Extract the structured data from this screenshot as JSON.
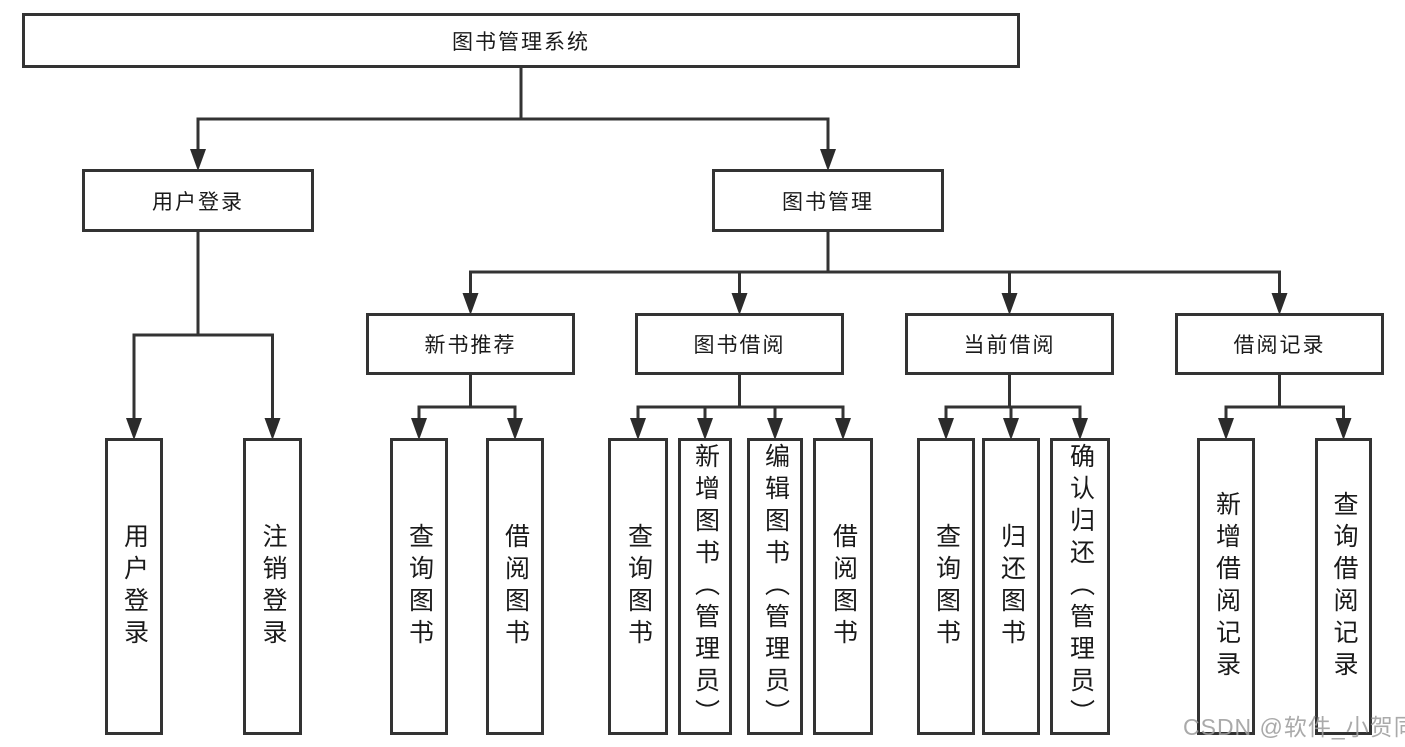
{
  "diagram": {
    "title": "图书管理系统",
    "nodes": [
      {
        "id": "root",
        "label": "图书管理系统",
        "parent": null
      },
      {
        "id": "user-login",
        "label": "用户登录",
        "parent": "root"
      },
      {
        "id": "book-mgmt",
        "label": "图书管理",
        "parent": "root"
      },
      {
        "id": "login",
        "label": "用户登录",
        "parent": "user-login"
      },
      {
        "id": "logout",
        "label": "注销登录",
        "parent": "user-login"
      },
      {
        "id": "new-book-rec",
        "label": "新书推荐",
        "parent": "book-mgmt"
      },
      {
        "id": "book-borrow",
        "label": "图书借阅",
        "parent": "book-mgmt"
      },
      {
        "id": "current-borrow",
        "label": "当前借阅",
        "parent": "book-mgmt"
      },
      {
        "id": "borrow-records",
        "label": "借阅记录",
        "parent": "book-mgmt"
      },
      {
        "id": "rec-query-book",
        "label": "查询图书",
        "parent": "new-book-rec"
      },
      {
        "id": "rec-borrow-book",
        "label": "借阅图书",
        "parent": "new-book-rec"
      },
      {
        "id": "bb-query-book",
        "label": "查询图书",
        "parent": "book-borrow"
      },
      {
        "id": "bb-add-book",
        "label": "新增图书（管理员）",
        "parent": "book-borrow"
      },
      {
        "id": "bb-edit-book",
        "label": "编辑图书（管理员）",
        "parent": "book-borrow"
      },
      {
        "id": "bb-borrow-book",
        "label": "借阅图书",
        "parent": "book-borrow"
      },
      {
        "id": "cb-query-book",
        "label": "查询图书",
        "parent": "current-borrow"
      },
      {
        "id": "cb-return-book",
        "label": "归还图书",
        "parent": "current-borrow"
      },
      {
        "id": "cb-confirm-return",
        "label": "确认归还（管理员）",
        "parent": "current-borrow"
      },
      {
        "id": "br-add-record",
        "label": "新增借阅记录",
        "parent": "borrow-records"
      },
      {
        "id": "br-query-record",
        "label": "查询借阅记录",
        "parent": "borrow-records"
      }
    ]
  },
  "watermark": {
    "text": "CSDN @软件_小贺同学"
  },
  "colors": {
    "line": "#333333",
    "arrow": "#2b2b2b",
    "box_border": "#333333",
    "text": "#1a1a1a",
    "background": "#ffffff",
    "watermark": "#9e9e9e"
  }
}
